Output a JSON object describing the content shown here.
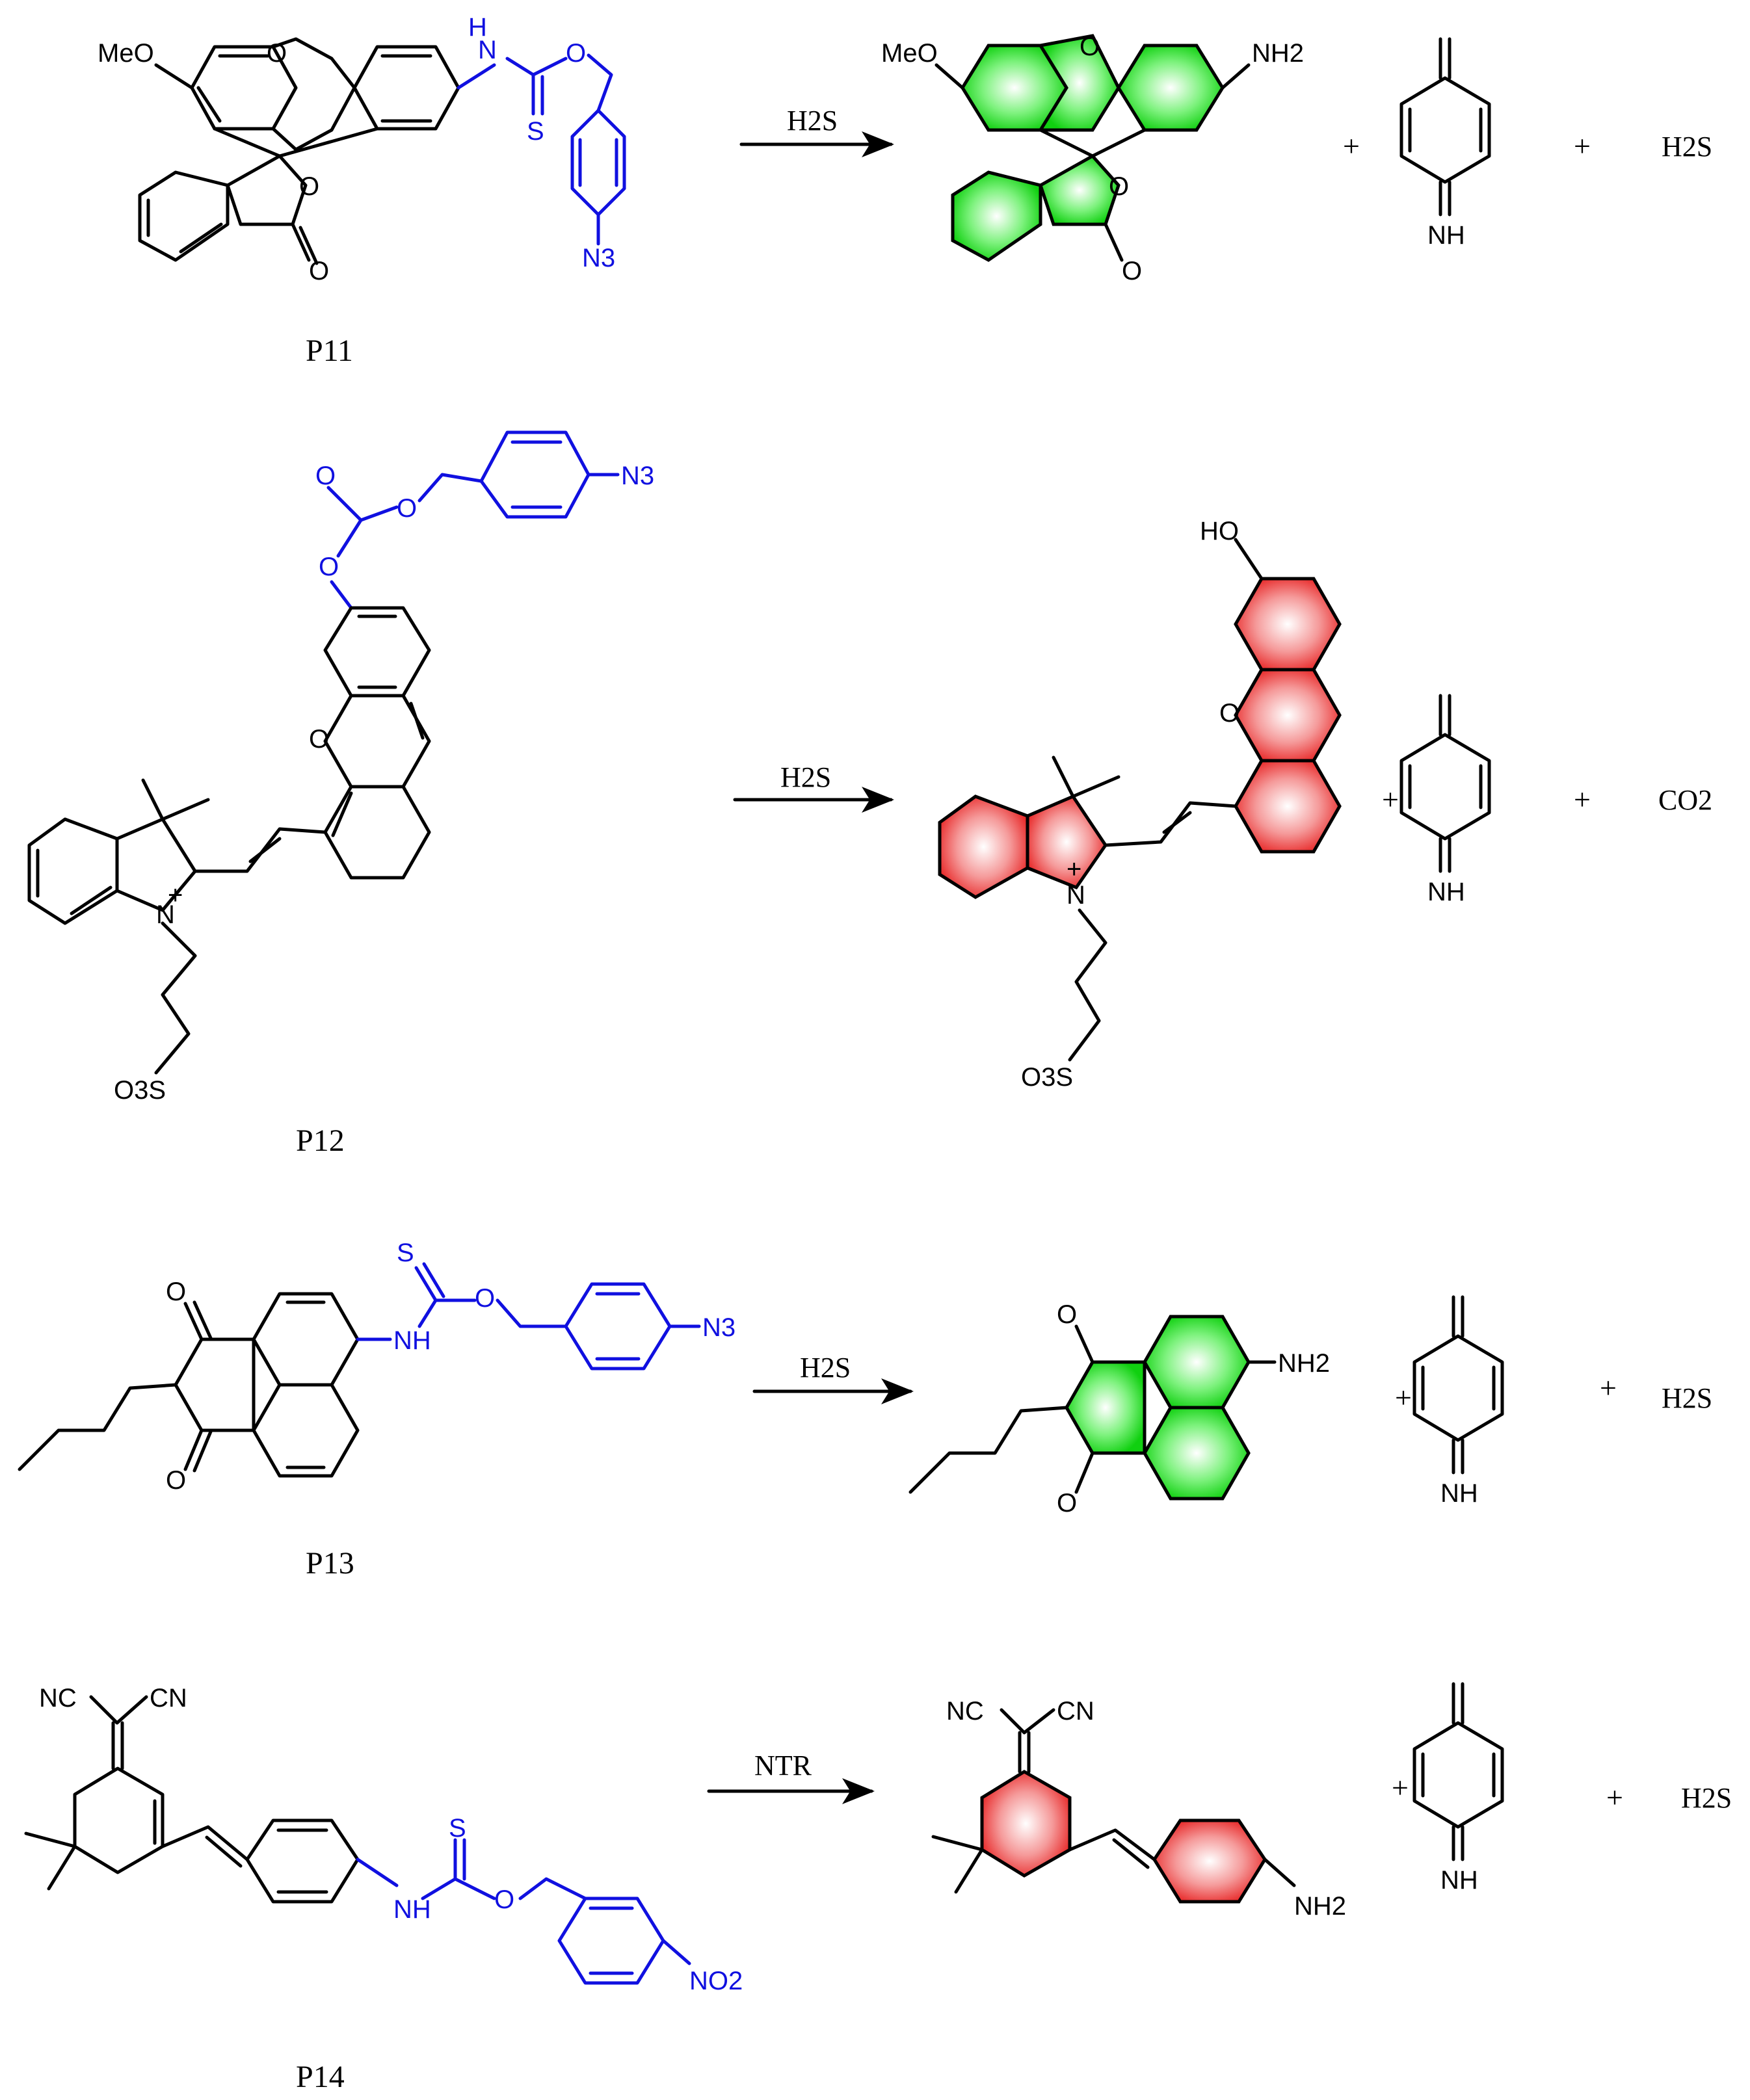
{
  "colors": {
    "bond": "#000000",
    "highlight_blue": "#1010e0",
    "fluor_green": "#22dd22",
    "fluor_red": "#ee3333"
  },
  "labels": {
    "h2s": "H2S",
    "ntr": "NTR",
    "co2": "CO2",
    "plus": "+",
    "nh": "NH",
    "nh2": "NH2",
    "meo": "MeO",
    "ho": "HO",
    "o": "O",
    "s": "S",
    "n": "N",
    "n3": "N3",
    "no2": "NO2",
    "o3s": "O3S",
    "nc": "NC",
    "cn": "CN"
  },
  "rows": [
    {
      "probe": "P11",
      "reagent": "H2S",
      "byproduct": "H2S"
    },
    {
      "probe": "P12",
      "reagent": "H2S",
      "byproduct": "CO2"
    },
    {
      "probe": "P13",
      "reagent": "H2S",
      "byproduct": "H2S"
    },
    {
      "probe": "P14",
      "reagent": "NTR",
      "byproduct": "H2S"
    }
  ]
}
